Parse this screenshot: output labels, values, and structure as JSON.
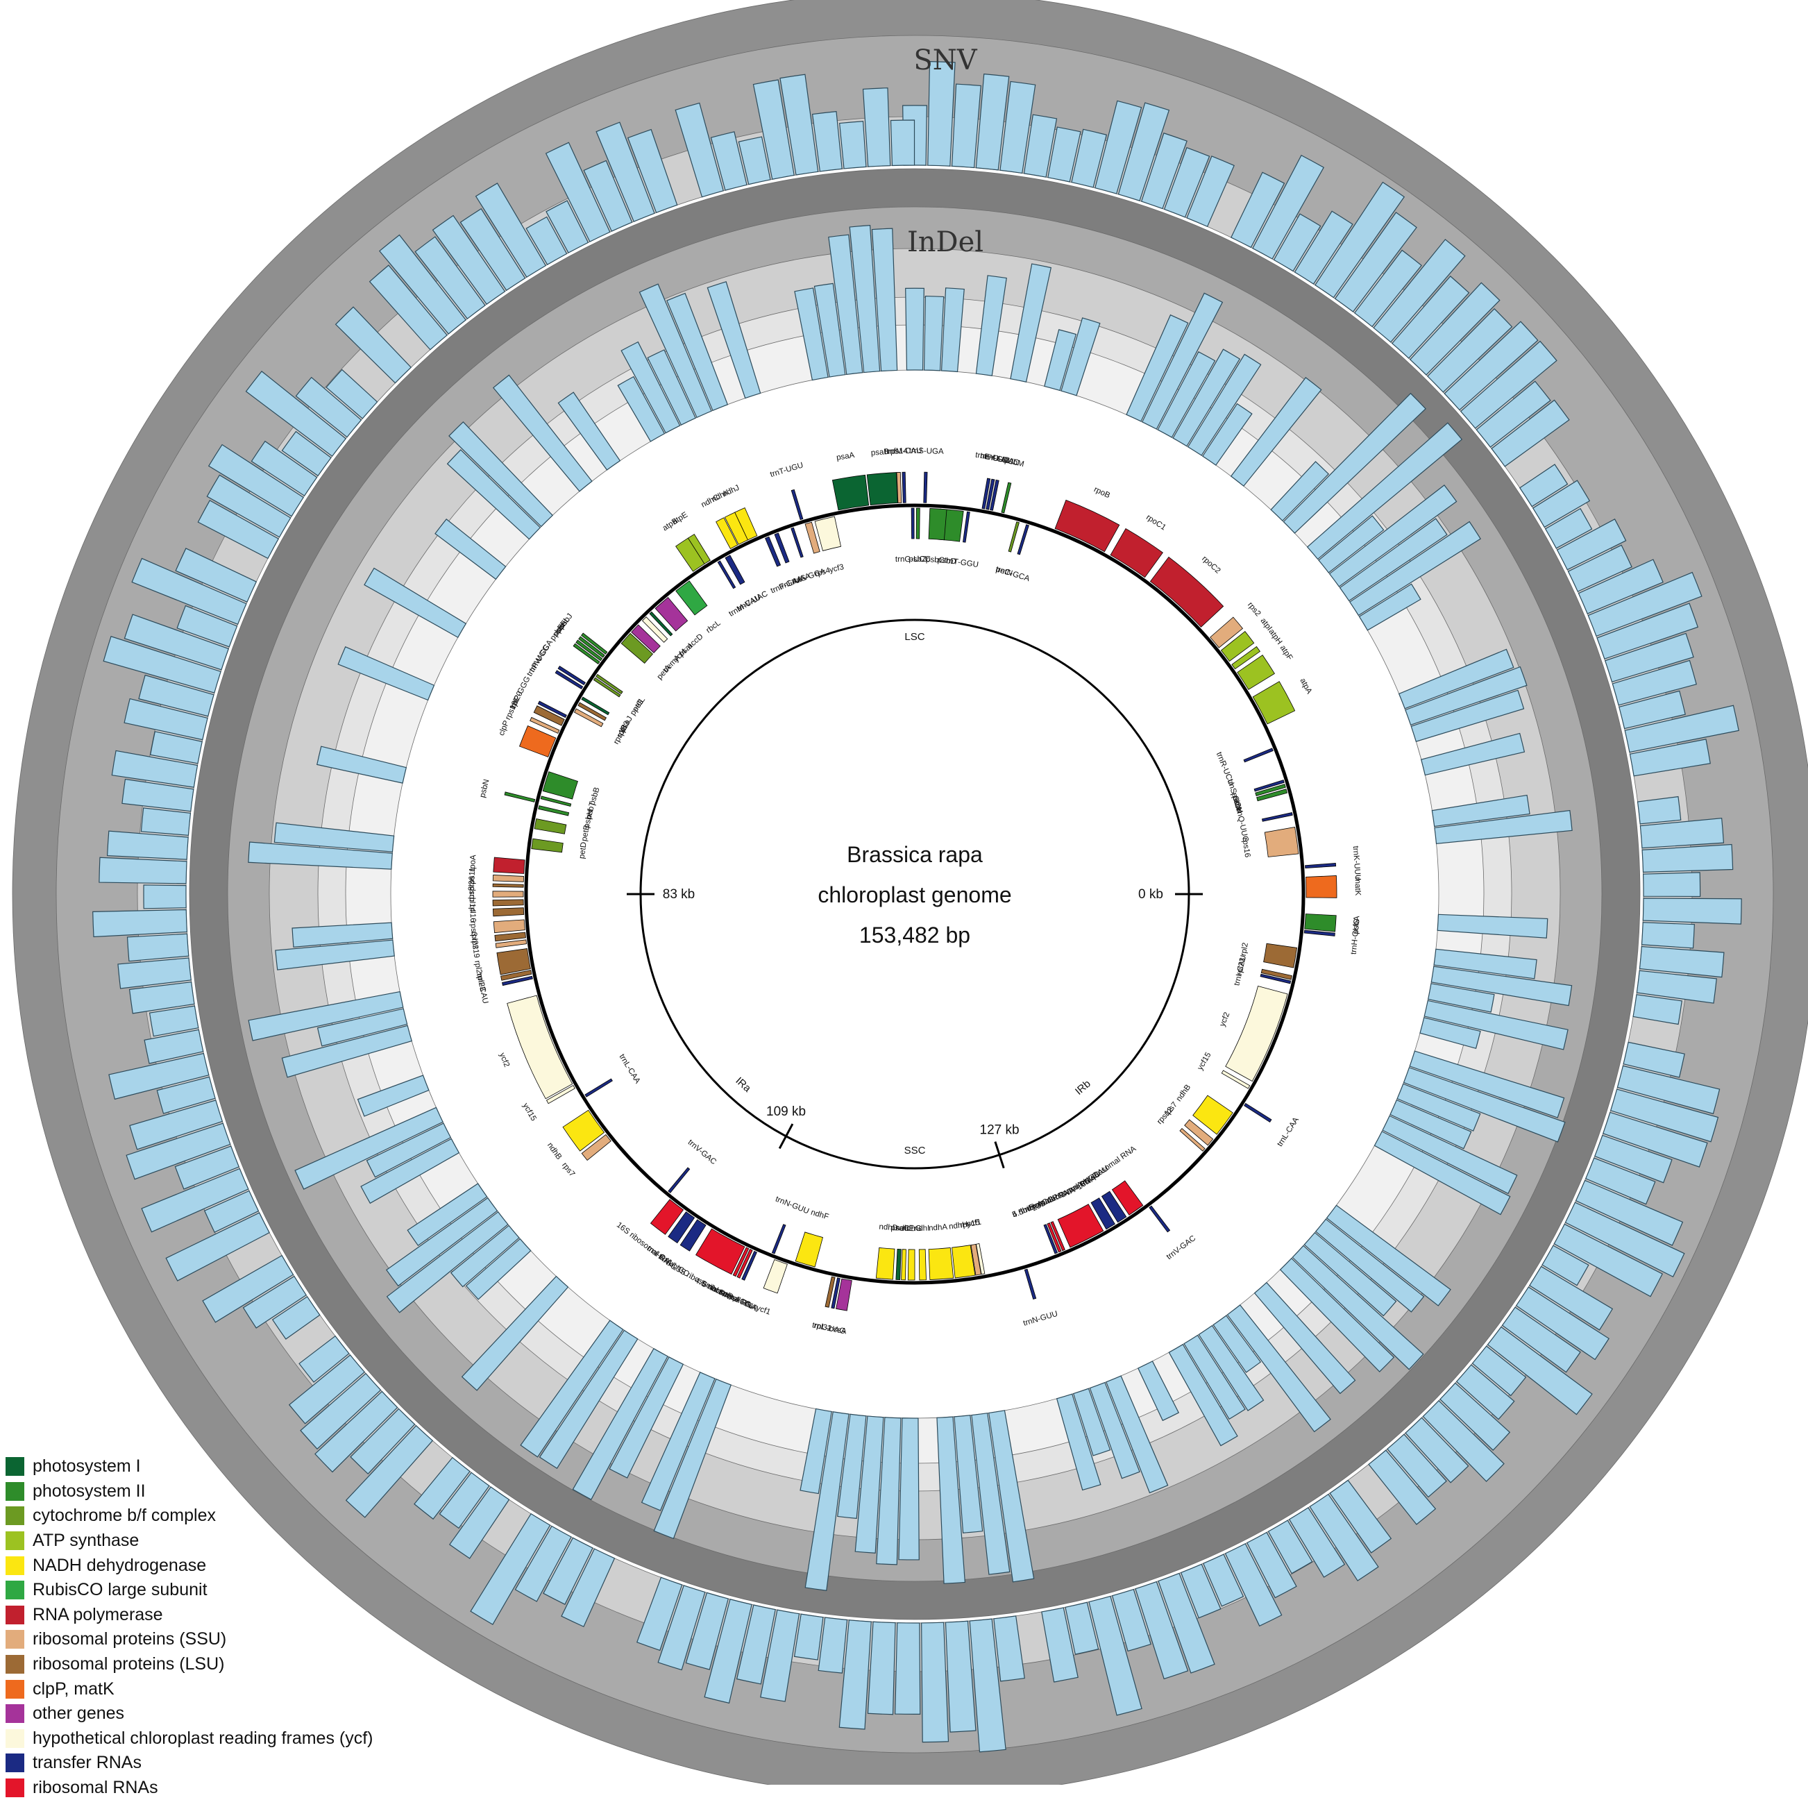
{
  "figure": {
    "snv_label": "SNV",
    "indel_label": "InDel",
    "center": {
      "species": "Brassica rapa",
      "title": "chloroplast genome",
      "length": "153,482 bp"
    },
    "ring_colors": {
      "outer_band": "#8f8f8f",
      "mid_band": "#aaaaaa",
      "inner_band": "#cfcfcf",
      "pale_band": "#e4e4e4",
      "lightest_band": "#f1f1f1",
      "bar_fill": "#a8d4ea",
      "bar_stroke": "#2c4a5a"
    }
  },
  "kb_marks": [
    {
      "label": "0 kb",
      "angle_deg": 90
    },
    {
      "label": "83 kb",
      "angle_deg": 270
    },
    {
      "label": "109 kb",
      "angle_deg": 208
    },
    {
      "label": "127 kb",
      "angle_deg": 162
    }
  ],
  "regions": [
    {
      "label": "LSC",
      "angle_deg": 0
    },
    {
      "label": "IRb",
      "angle_deg": 139
    },
    {
      "label": "SSC",
      "angle_deg": 180
    },
    {
      "label": "IRa",
      "angle_deg": 222
    }
  ],
  "legend": [
    {
      "label": "photosystem I",
      "color": "#0b6532"
    },
    {
      "label": "photosystem II",
      "color": "#2e8c2a"
    },
    {
      "label": "cytochrome b/f complex",
      "color": "#6c9a22"
    },
    {
      "label": "ATP synthase",
      "color": "#9cc221"
    },
    {
      "label": "NADH dehydrogenase",
      "color": "#fbe611"
    },
    {
      "label": "RubisCO large subunit",
      "color": "#2fa843"
    },
    {
      "label": "RNA polymerase",
      "color": "#c1202e"
    },
    {
      "label": "ribosomal proteins (SSU)",
      "color": "#e2ac7c"
    },
    {
      "label": "ribosomal proteins (LSU)",
      "color": "#9c6a35"
    },
    {
      "label": "clpP, matK",
      "color": "#ee6a1e"
    },
    {
      "label": "other genes",
      "color": "#a5339a"
    },
    {
      "label": "hypothetical chloroplast reading frames (ycf)",
      "color": "#fcf8dc"
    },
    {
      "label": "transfer RNAs",
      "color": "#1b2a83"
    },
    {
      "label": "ribosomal RNAs",
      "color": "#e3152a"
    }
  ],
  "genes": [
    {
      "name": "rps16",
      "cat": 7,
      "a": 82,
      "w": 4,
      "o": 0
    },
    {
      "name": "trnQ-UUG",
      "cat": 12,
      "a": 78,
      "w": 0.4,
      "o": 0
    },
    {
      "name": "psbK",
      "cat": 1,
      "a": 74.5,
      "w": 0.6,
      "o": 0
    },
    {
      "name": "psbI",
      "cat": 1,
      "a": 73.7,
      "w": 0.5,
      "o": 0
    },
    {
      "name": "trnS-GCU",
      "cat": 12,
      "a": 73,
      "w": 0.4,
      "o": 0
    },
    {
      "name": "trnR-UCU",
      "cat": 12,
      "a": 68,
      "w": 0.4,
      "o": 0
    },
    {
      "name": "atpA",
      "cat": 3,
      "a": 62,
      "w": 4.5,
      "o": 1
    },
    {
      "name": "atpF",
      "cat": 3,
      "a": 57,
      "w": 3,
      "o": 1
    },
    {
      "name": "atpH",
      "cat": 3,
      "a": 54.5,
      "w": 0.8,
      "o": 1
    },
    {
      "name": "atpI",
      "cat": 3,
      "a": 52.5,
      "w": 2,
      "o": 1
    },
    {
      "name": "rps2",
      "cat": 7,
      "a": 50,
      "w": 2,
      "o": 1
    },
    {
      "name": "rpoC2",
      "cat": 6,
      "a": 42,
      "w": 10,
      "o": 1
    },
    {
      "name": "rpoC1",
      "cat": 6,
      "a": 33,
      "w": 6,
      "o": 1
    },
    {
      "name": "rpoB",
      "cat": 6,
      "a": 25,
      "w": 8,
      "o": 1
    },
    {
      "name": "trnC-GCA",
      "cat": 12,
      "a": 17,
      "w": 0.4,
      "o": 0
    },
    {
      "name": "petN",
      "cat": 2,
      "a": 15.5,
      "w": 0.4,
      "o": 0
    },
    {
      "name": "psbM",
      "cat": 1,
      "a": 13,
      "w": 0.4,
      "o": 1
    },
    {
      "name": "trnD-GUC",
      "cat": 12,
      "a": 11.3,
      "w": 0.4,
      "o": 1
    },
    {
      "name": "trnY-GUA",
      "cat": 12,
      "a": 10.7,
      "w": 0.4,
      "o": 1
    },
    {
      "name": "trnE-UUC",
      "cat": 12,
      "a": 10.1,
      "w": 0.4,
      "o": 1
    },
    {
      "name": "trnT-GGU",
      "cat": 12,
      "a": 8,
      "w": 0.4,
      "o": 0
    },
    {
      "name": "psbD",
      "cat": 1,
      "a": 5.5,
      "w": 3.5,
      "o": 0
    },
    {
      "name": "psbC",
      "cat": 1,
      "a": 3.5,
      "w": 2.5,
      "o": 0
    },
    {
      "name": "trnS-UGA",
      "cat": 12,
      "a": 1.5,
      "w": 0.4,
      "o": 1
    },
    {
      "name": "psbZ",
      "cat": 1,
      "a": 0.5,
      "w": 0.5,
      "o": 0
    },
    {
      "name": "trnG-UCC",
      "cat": 12,
      "a": -0.3,
      "w": 0.4,
      "o": 0
    },
    {
      "name": "trnfM-CAU",
      "cat": 12,
      "a": -1.5,
      "w": 0.4,
      "o": 1
    },
    {
      "name": "rps14",
      "cat": 7,
      "a": -2.2,
      "w": 0.5,
      "o": 1
    },
    {
      "name": "psaB",
      "cat": 0,
      "a": -4.5,
      "w": 4,
      "o": 1
    },
    {
      "name": "psaA",
      "cat": 0,
      "a": -9,
      "w": 4.5,
      "o": 1
    },
    {
      "name": "ycf3",
      "cat": 11,
      "a": -13.5,
      "w": 3,
      "o": 0
    },
    {
      "name": "rps4",
      "cat": 7,
      "a": -16,
      "w": 1,
      "o": 0
    },
    {
      "name": "trnT-UGU",
      "cat": 12,
      "a": -16.8,
      "w": 0.4,
      "o": 1
    },
    {
      "name": "trnS-GGA",
      "cat": 12,
      "a": -18.5,
      "w": 0.4,
      "o": 0
    },
    {
      "name": "trnL-UAA",
      "cat": 12,
      "a": -21,
      "w": 0.6,
      "o": 0
    },
    {
      "name": "trnF-GAA",
      "cat": 12,
      "a": -22.5,
      "w": 0.6,
      "o": 0
    },
    {
      "name": "ndhJ",
      "cat": 4,
      "a": -24.5,
      "w": 1.5,
      "o": 1
    },
    {
      "name": "ndhK",
      "cat": 4,
      "a": -26,
      "w": 1.5,
      "o": 1
    },
    {
      "name": "ndhC",
      "cat": 4,
      "a": -27.5,
      "w": 1.2,
      "o": 1
    },
    {
      "name": "trnV-UAC",
      "cat": 12,
      "a": -29,
      "w": 0.8,
      "o": 0
    },
    {
      "name": "trnM-CAU",
      "cat": 12,
      "a": -30.5,
      "w": 0.4,
      "o": 0
    },
    {
      "name": "atpE",
      "cat": 3,
      "a": -32,
      "w": 1,
      "o": 1
    },
    {
      "name": "atpB",
      "cat": 3,
      "a": -33.5,
      "w": 2,
      "o": 1
    },
    {
      "name": "rbcL",
      "cat": 5,
      "a": -37,
      "w": 2.5,
      "o": 0
    },
    {
      "name": "accD",
      "cat": 10,
      "a": -41,
      "w": 2.5,
      "o": 0
    },
    {
      "name": "psaI",
      "cat": 0,
      "a": -43.2,
      "w": 0.4,
      "o": 0
    },
    {
      "name": "ycf4",
      "cat": 11,
      "a": -44.5,
      "w": 0.8,
      "o": 0
    },
    {
      "name": "cemA",
      "cat": 10,
      "a": -46.5,
      "w": 1.5,
      "o": 0
    },
    {
      "name": "petA",
      "cat": 2,
      "a": -48.5,
      "w": 2,
      "o": 0
    },
    {
      "name": "psbJ",
      "cat": 1,
      "a": -52,
      "w": 0.4,
      "o": 1
    },
    {
      "name": "psbL",
      "cat": 1,
      "a": -52.6,
      "w": 0.4,
      "o": 1
    },
    {
      "name": "psbF",
      "cat": 1,
      "a": -53.2,
      "w": 0.4,
      "o": 1
    },
    {
      "name": "psbE",
      "cat": 1,
      "a": -53.8,
      "w": 0.4,
      "o": 1
    },
    {
      "name": "petL",
      "cat": 2,
      "a": -55.5,
      "w": 0.4,
      "o": 0
    },
    {
      "name": "petG",
      "cat": 2,
      "a": -56.1,
      "w": 0.4,
      "o": 0
    },
    {
      "name": "trnW-CCA",
      "cat": 12,
      "a": -57.5,
      "w": 0.4,
      "o": 1
    },
    {
      "name": "trnP-UGG",
      "cat": 12,
      "a": -58.2,
      "w": 0.4,
      "o": 1
    },
    {
      "name": "psaJ",
      "cat": 0,
      "a": -59.5,
      "w": 0.4,
      "o": 0
    },
    {
      "name": "rpl33",
      "cat": 8,
      "a": -60.5,
      "w": 0.5,
      "o": 0
    },
    {
      "name": "rps18",
      "cat": 7,
      "a": -61.6,
      "w": 0.6,
      "o": 0
    },
    {
      "name": "trnP-GGG",
      "cat": 12,
      "a": -63,
      "w": 0.4,
      "o": 1
    },
    {
      "name": "rpl20",
      "cat": 8,
      "a": -64,
      "w": 1,
      "o": 1
    },
    {
      "name": "rps12",
      "cat": 7,
      "a": -65.5,
      "w": 0.5,
      "o": 1
    },
    {
      "name": "clpP",
      "cat": 9,
      "a": -68,
      "w": 3,
      "o": 1
    },
    {
      "name": "psbB",
      "cat": 1,
      "a": -73,
      "w": 3,
      "o": 0
    },
    {
      "name": "psbT",
      "cat": 1,
      "a": -75.5,
      "w": 0.4,
      "o": 0
    },
    {
      "name": "psbN",
      "cat": 1,
      "a": -76.2,
      "w": 0.4,
      "o": 1
    },
    {
      "name": "psbH",
      "cat": 1,
      "a": -77,
      "w": 0.5,
      "o": 0
    },
    {
      "name": "petB",
      "cat": 2,
      "a": -79.5,
      "w": 1.5,
      "o": 0
    },
    {
      "name": "petD",
      "cat": 2,
      "a": -82.5,
      "w": 1.5,
      "o": 0
    },
    {
      "name": "rpoA",
      "cat": 6,
      "a": -86,
      "w": 2,
      "o": 1
    },
    {
      "name": "rps11",
      "cat": 7,
      "a": -87.8,
      "w": 0.8,
      "o": 1
    },
    {
      "name": "rpl36",
      "cat": 8,
      "a": -88.8,
      "w": 0.4,
      "o": 1
    },
    {
      "name": "rps8",
      "cat": 7,
      "a": -90,
      "w": 0.8,
      "o": 1
    },
    {
      "name": "rpl14",
      "cat": 8,
      "a": -91.2,
      "w": 0.8,
      "o": 1
    },
    {
      "name": "rpl16",
      "cat": 8,
      "a": -92.5,
      "w": 1,
      "o": 1
    },
    {
      "name": "rps3",
      "cat": 7,
      "a": -94.5,
      "w": 1.5,
      "o": 1
    },
    {
      "name": "rpl22",
      "cat": 8,
      "a": -96,
      "w": 0.8,
      "o": 1
    },
    {
      "name": "rps19",
      "cat": 7,
      "a": -97,
      "w": 0.6,
      "o": 1
    },
    {
      "name": "rpl2",
      "cat": 8,
      "a": -99.5,
      "w": 3,
      "o": 1
    },
    {
      "name": "rpl23",
      "cat": 8,
      "a": -101.5,
      "w": 0.6,
      "o": 1
    },
    {
      "name": "trnI-CAU",
      "cat": 12,
      "a": -102.3,
      "w": 0.4,
      "o": 1
    },
    {
      "name": "ycf2",
      "cat": 11,
      "a": -112,
      "w": 14,
      "o": 1
    },
    {
      "name": "ycf15",
      "cat": 11,
      "a": -119.5,
      "w": 0.5,
      "o": 1
    },
    {
      "name": "trnL-CAA",
      "cat": 12,
      "a": -121.5,
      "w": 0.4,
      "o": 0
    },
    {
      "name": "ndhB",
      "cat": 4,
      "a": -125.5,
      "w": 4,
      "o": 1
    },
    {
      "name": "rps7",
      "cat": 7,
      "a": -128.5,
      "w": 1.2,
      "o": 1
    },
    {
      "name": "trnV-GAC",
      "cat": 12,
      "a": -140.5,
      "w": 0.4,
      "o": 0
    },
    {
      "name": "16S ribosomal RNA",
      "cat": 13,
      "a": -142.5,
      "w": 2.5,
      "o": 1
    },
    {
      "name": "trnI-GAU",
      "cat": 12,
      "a": -145,
      "w": 1.5,
      "o": 1
    },
    {
      "name": "trnA-UGC",
      "cat": 12,
      "a": -147,
      "w": 1.5,
      "o": 1
    },
    {
      "name": "23S ribosomal RNA",
      "cat": 13,
      "a": -151.5,
      "w": 5.5,
      "o": 1
    },
    {
      "name": "4.5 ribosomal RNA",
      "cat": 13,
      "a": -154.7,
      "w": 0.4,
      "o": 1
    },
    {
      "name": "5 ribosomal RNA",
      "cat": 13,
      "a": -155.3,
      "w": 0.4,
      "o": 1
    },
    {
      "name": "trnR-ACG",
      "cat": 12,
      "a": -156,
      "w": 0.4,
      "o": 1
    },
    {
      "name": "trnN-GUU",
      "cat": 12,
      "a": -158.5,
      "w": 0.4,
      "o": 0
    },
    {
      "name": "ycf1",
      "cat": 11,
      "a": -160,
      "w": 2,
      "o": 1
    },
    {
      "name": "ndhF",
      "cat": 4,
      "a": -163.5,
      "w": 3,
      "o": 0
    },
    {
      "name": "rpl32",
      "cat": 8,
      "a": -168,
      "w": 0.5,
      "o": 1
    },
    {
      "name": "trnL-UAG",
      "cat": 12,
      "a": -168.8,
      "w": 0.4,
      "o": 1
    },
    {
      "name": "ccsA",
      "cat": 10,
      "a": -170,
      "w": 1.5,
      "o": 1
    },
    {
      "name": "ndhD",
      "cat": 4,
      "a": -175.5,
      "w": 2.5,
      "o": 0
    },
    {
      "name": "psaC",
      "cat": 0,
      "a": -177.5,
      "w": 0.6,
      "o": 0
    },
    {
      "name": "ndhE",
      "cat": 4,
      "a": -178.3,
      "w": 0.6,
      "o": 0
    },
    {
      "name": "ndhG",
      "cat": 4,
      "a": -179.5,
      "w": 1,
      "o": 0
    },
    {
      "name": "ndhI",
      "cat": 4,
      "a": 178.8,
      "w": 1,
      "o": 0
    },
    {
      "name": "ndhA",
      "cat": 4,
      "a": 176,
      "w": 3.5,
      "o": 0
    },
    {
      "name": "ndhH",
      "cat": 4,
      "a": 172.5,
      "w": 3,
      "o": 0
    },
    {
      "name": "rps15",
      "cat": 7,
      "a": 170.5,
      "w": 0.8,
      "o": 0
    },
    {
      "name": "ycf1",
      "cat": 11,
      "a": 169.8,
      "w": 0.5,
      "o": 0
    },
    {
      "name": "trnN-GUU",
      "cat": 12,
      "a": 163.5,
      "w": 0.4,
      "o": 1
    },
    {
      "name": "trnR-ACG",
      "cat": 12,
      "a": 158.5,
      "w": 0.4,
      "o": 0
    },
    {
      "name": "5 ribosomal RNA",
      "cat": 13,
      "a": 157.9,
      "w": 0.4,
      "o": 0
    },
    {
      "name": "4.5 ribosomal RNA",
      "cat": 13,
      "a": 157.3,
      "w": 0.4,
      "o": 0
    },
    {
      "name": "23S ribosomal RNA",
      "cat": 13,
      "a": 153.5,
      "w": 5.5,
      "o": 0
    },
    {
      "name": "trnA-UGC",
      "cat": 12,
      "a": 149.5,
      "w": 1.5,
      "o": 0
    },
    {
      "name": "trnI-GAU",
      "cat": 12,
      "a": 147.5,
      "w": 1.5,
      "o": 0
    },
    {
      "name": "16S ribosomal RNA",
      "cat": 13,
      "a": 145,
      "w": 2.5,
      "o": 0
    },
    {
      "name": "trnV-GAC",
      "cat": 12,
      "a": 143,
      "w": 0.4,
      "o": 1
    },
    {
      "name": "rps12",
      "cat": 7,
      "a": 131.5,
      "w": 0.5,
      "o": 0
    },
    {
      "name": "rps7",
      "cat": 7,
      "a": 130,
      "w": 1.2,
      "o": 0
    },
    {
      "name": "ndhB",
      "cat": 4,
      "a": 126.5,
      "w": 4,
      "o": 0
    },
    {
      "name": "trnL-CAA",
      "cat": 12,
      "a": 122.5,
      "w": 0.4,
      "o": 1
    },
    {
      "name": "ycf15",
      "cat": 11,
      "a": 120,
      "w": 0.5,
      "o": 0
    },
    {
      "name": "ycf2",
      "cat": 11,
      "a": 112,
      "w": 14,
      "o": 0
    },
    {
      "name": "trnI-CAU",
      "cat": 12,
      "a": 103.2,
      "w": 0.4,
      "o": 0
    },
    {
      "name": "rpl23",
      "cat": 8,
      "a": 102.5,
      "w": 0.6,
      "o": 0
    },
    {
      "name": "rpl2",
      "cat": 8,
      "a": 99.5,
      "w": 3,
      "o": 0
    },
    {
      "name": "trnH-GUG",
      "cat": 12,
      "a": 95.5,
      "w": 0.4,
      "o": 1
    },
    {
      "name": "psbA",
      "cat": 1,
      "a": 94,
      "w": 2.2,
      "o": 1
    },
    {
      "name": "matK",
      "cat": 9,
      "a": 89,
      "w": 3,
      "o": 1
    },
    {
      "name": "trnK-UUU",
      "cat": 12,
      "a": 86,
      "w": 0.4,
      "o": 1
    }
  ]
}
